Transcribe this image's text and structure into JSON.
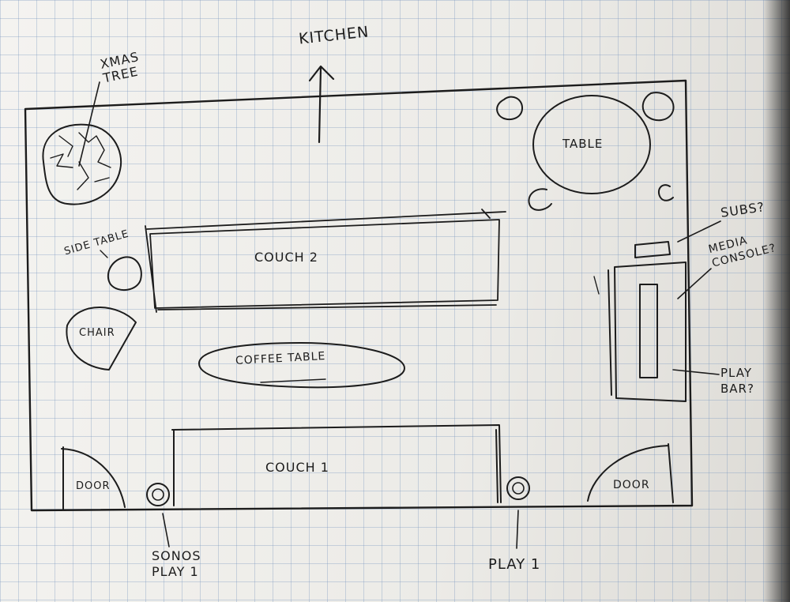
{
  "labels": {
    "kitchen": "KITCHEN",
    "xmas_tree": "XMAS TREE",
    "table": "TABLE",
    "subs": "SUBS?",
    "media_console": "MEDIA CONSOLE?",
    "side_table": "SIDE TABLE",
    "couch2": "COUCH 2",
    "chair": "CHAIR",
    "coffee_table": "COFFEE TABLE",
    "play_bar": "PLAY BAR?",
    "door_left": "DOOR",
    "door_right": "DOOR",
    "couch1": "COUCH 1",
    "songs_play1": "SONOS PLAY 1",
    "play1": "PLAY 1"
  }
}
